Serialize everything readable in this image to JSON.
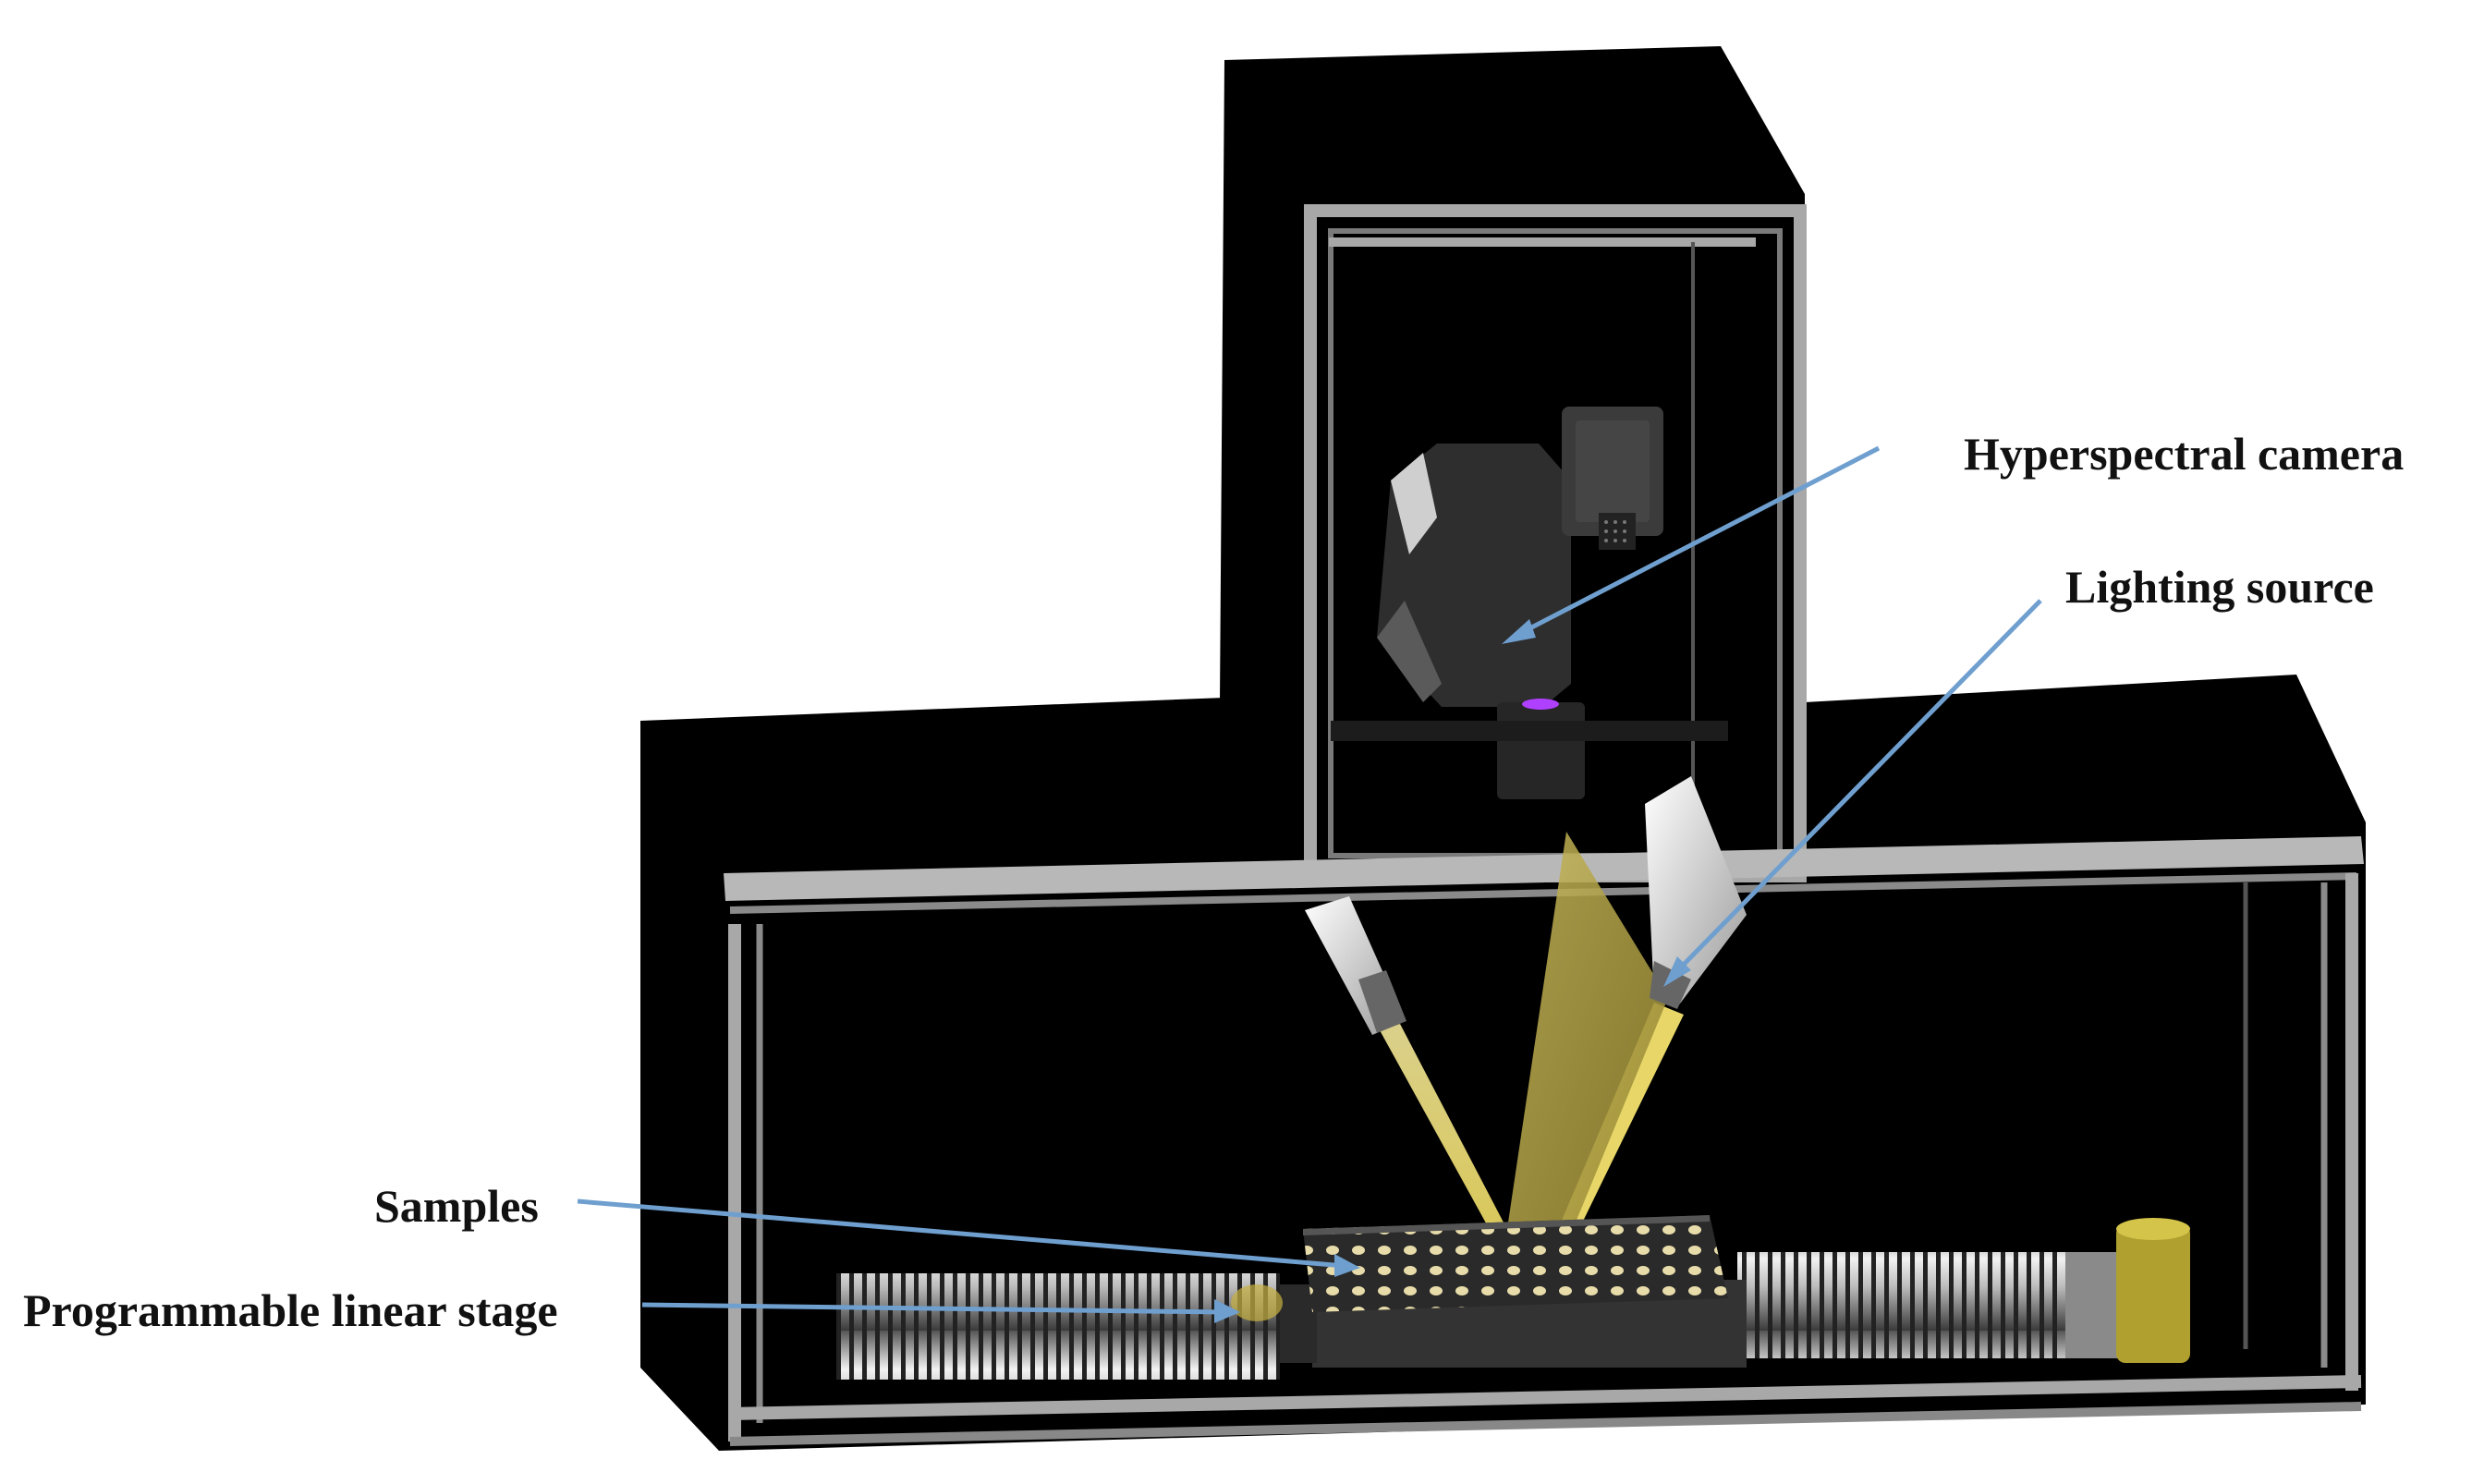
{
  "labels": {
    "hyperspectral_camera": "Hyperspectral camera",
    "lighting_source": "Lighting source",
    "samples": "Samples",
    "linear_stage": "Programmable linear stage"
  },
  "colors": {
    "enclosure": "#000000",
    "frame": "#a8a8a8",
    "leader_line": "#6f9fcf",
    "light_beam": "#f0e27a",
    "camera_body": "#3a3a3a",
    "camera_aperture": "#b040ff"
  }
}
